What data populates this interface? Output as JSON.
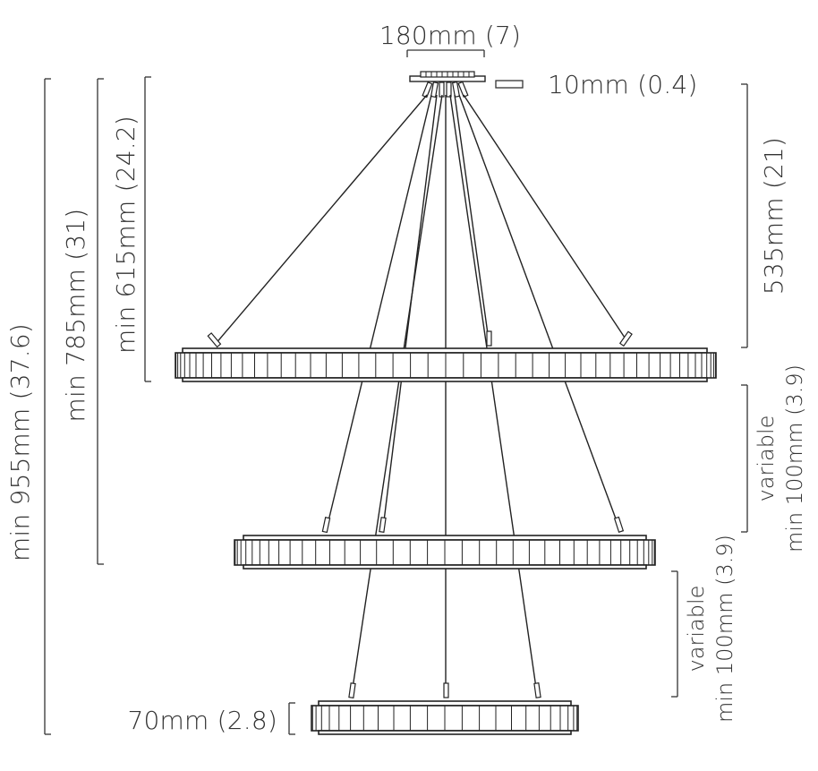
{
  "dimensions": {
    "canopy_width": "180mm (7)",
    "canopy_height": "10mm (0.4)",
    "top_drop": "535mm (21)",
    "gap_top": {
      "line1": "variable",
      "line2": "min 100mm (3.9)"
    },
    "gap_bottom": {
      "line1": "variable",
      "line2": "min 100mm (3.9)"
    },
    "ring_height": "70mm (2.8)",
    "min_one_ring": "min 615mm (24.2)",
    "min_two_rings": "min 785mm (31)",
    "min_three_rings": "min 955mm (37.6)"
  },
  "colors": {
    "line": "#222222",
    "text": "#333333",
    "background": "#ffffff"
  }
}
